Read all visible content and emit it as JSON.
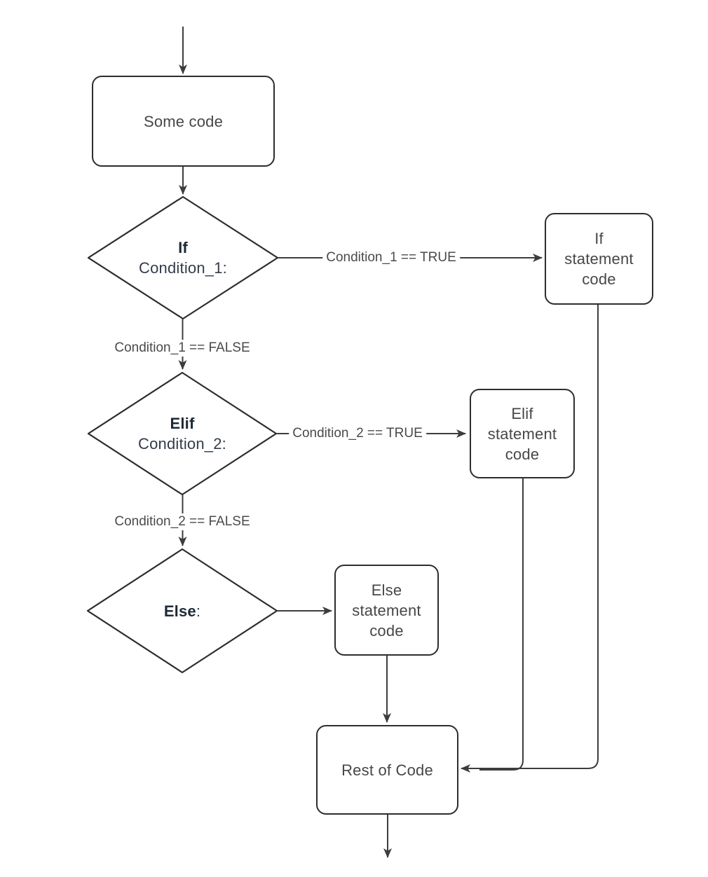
{
  "colors": {
    "background": "#ffffff",
    "line": "#3d3d3d",
    "node_border": "#2d2d2d",
    "node_text": "#474747",
    "keyword_text": "#1e2936",
    "condition_text": "#333c49",
    "edge_label_text": "#4a4a4a"
  },
  "nodes": {
    "some_code": {
      "label": "Some code"
    },
    "if_decision": {
      "keyword": "If",
      "condition": "Condition_1:"
    },
    "elif_decision": {
      "keyword": "Elif",
      "condition": "Condition_2:"
    },
    "else_decision": {
      "keyword": "Else",
      "suffix": ":"
    },
    "if_statement": {
      "label": "If\nstatement\ncode"
    },
    "elif_statement": {
      "label": "Elif\nstatement\ncode"
    },
    "else_statement": {
      "label": "Else\nstatement\ncode"
    },
    "rest_of_code": {
      "label": "Rest of Code"
    }
  },
  "edge_labels": {
    "cond1_true": "Condition_1 == TRUE",
    "cond1_false": "Condition_1 == FALSE",
    "cond2_true": "Condition_2 == TRUE",
    "cond2_false": "Condition_2 == FALSE"
  },
  "edges": [
    {
      "from": "start",
      "to": "some_code",
      "label": ""
    },
    {
      "from": "some_code",
      "to": "if_decision",
      "label": ""
    },
    {
      "from": "if_decision",
      "to": "if_statement",
      "label": "Condition_1 == TRUE"
    },
    {
      "from": "if_decision",
      "to": "elif_decision",
      "label": "Condition_1 == FALSE"
    },
    {
      "from": "elif_decision",
      "to": "elif_statement",
      "label": "Condition_2 == TRUE"
    },
    {
      "from": "elif_decision",
      "to": "else_decision",
      "label": "Condition_2 == FALSE"
    },
    {
      "from": "else_decision",
      "to": "else_statement",
      "label": ""
    },
    {
      "from": "else_statement",
      "to": "rest_of_code",
      "label": ""
    },
    {
      "from": "if_statement",
      "to": "rest_of_code",
      "label": ""
    },
    {
      "from": "elif_statement",
      "to": "rest_of_code",
      "label": ""
    },
    {
      "from": "rest_of_code",
      "to": "end",
      "label": ""
    }
  ]
}
